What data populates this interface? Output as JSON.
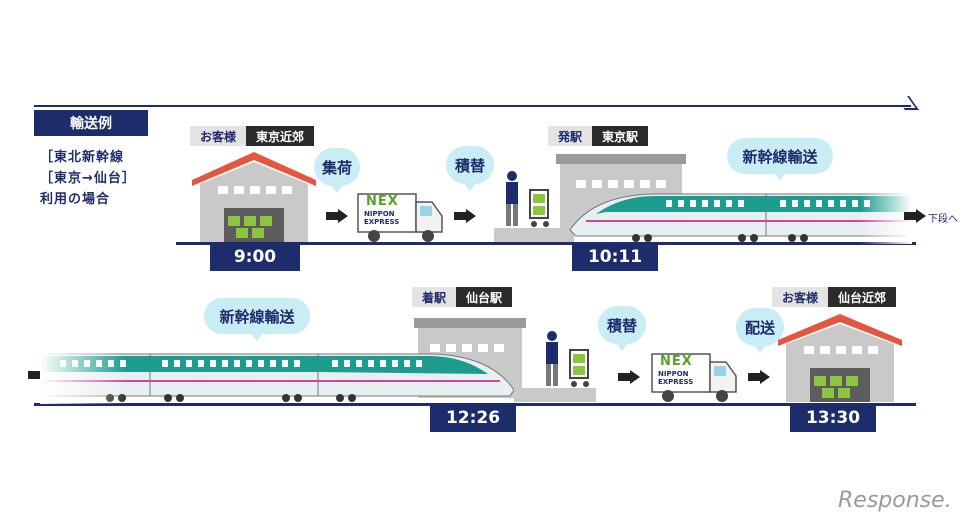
{
  "header": {
    "example_label": "輸送例",
    "condition_lines": [
      "［東北新幹線",
      "［東京→仙台］",
      "利用の場合"
    ]
  },
  "top_row": {
    "origin_customer": {
      "label": "お客様",
      "place": "東京近郊"
    },
    "departure_station": {
      "label": "発駅",
      "place": "東京駅"
    },
    "step_pickup": "集荷",
    "step_transfer": "積替",
    "step_shinkansen": "新幹線輸送",
    "continue_note": "下段へ",
    "time_pickup": "9:00",
    "time_departure": "10:11"
  },
  "bottom_row": {
    "arrival_station": {
      "label": "着駅",
      "place": "仙台駅"
    },
    "dest_customer": {
      "label": "お客様",
      "place": "仙台近郊"
    },
    "step_shinkansen": "新幹線輸送",
    "step_transfer": "積替",
    "step_delivery": "配送",
    "time_arrival": "12:26",
    "time_delivery": "13:30"
  },
  "truck_logo": {
    "mark": "NEX",
    "line1": "NIPPON",
    "line2": "EXPRESS"
  },
  "watermark": "Response.",
  "colors": {
    "navy": "#1d2c6b",
    "train_green": "#1b9c8e",
    "train_pink": "#d2479b",
    "roof_red": "#e1573f",
    "bubble": "#c9edf4"
  }
}
